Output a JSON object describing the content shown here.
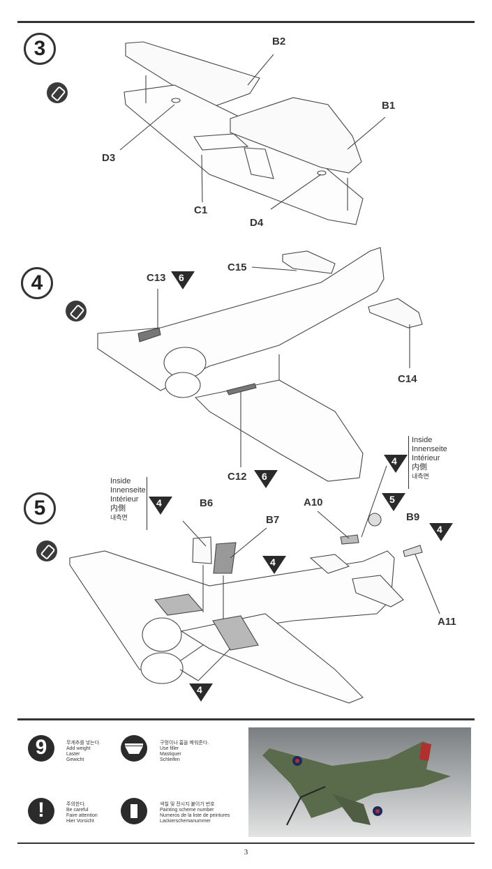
{
  "steps": [
    {
      "number": "3",
      "labels": {
        "b2": "B2",
        "b1": "B1",
        "d3": "D3",
        "c1": "C1",
        "d4": "D4"
      }
    },
    {
      "number": "4",
      "labels": {
        "c13": "C13",
        "c15": "C15",
        "c14": "C14",
        "c12": "C12"
      },
      "color_code_a": "6",
      "color_code_b": "6"
    },
    {
      "number": "5",
      "labels": {
        "b6": "B6",
        "b7": "B7",
        "a10": "A10",
        "b9": "B9",
        "a11": "A11"
      },
      "codes": {
        "b6": "4",
        "b7": "4",
        "a10": "4",
        "b9_top": "5",
        "b9_side": "4",
        "bottom": "4"
      }
    }
  ],
  "inside_block": {
    "lines": [
      "Inside",
      "Innenseite",
      "Intérieur",
      "内側",
      "내측면"
    ]
  },
  "legend": [
    {
      "icon": "9",
      "icon_name": "add-weight-icon",
      "lines": [
        "무게추를 넣는다.",
        "Add weight",
        "Laster",
        "Gewicht"
      ]
    },
    {
      "icon": "",
      "icon_name": "use-filler-icon",
      "lines": [
        "구멍이나 홈을 메워준다.",
        "Use filler",
        "Mastiquer",
        "Schleifen"
      ]
    },
    {
      "icon": "!",
      "icon_name": "caution-icon",
      "lines": [
        "주의한다.",
        "Be careful",
        "Faire attention",
        "Hier Vorsicht"
      ]
    },
    {
      "icon": "",
      "icon_name": "paint-scheme-icon",
      "lines": [
        "색칠 및 전시지 붙이기 번호",
        "Painting scheme number",
        "Numeros de la liste de peintures",
        "Lackierschemanummer"
      ]
    }
  ],
  "page_number": "3"
}
